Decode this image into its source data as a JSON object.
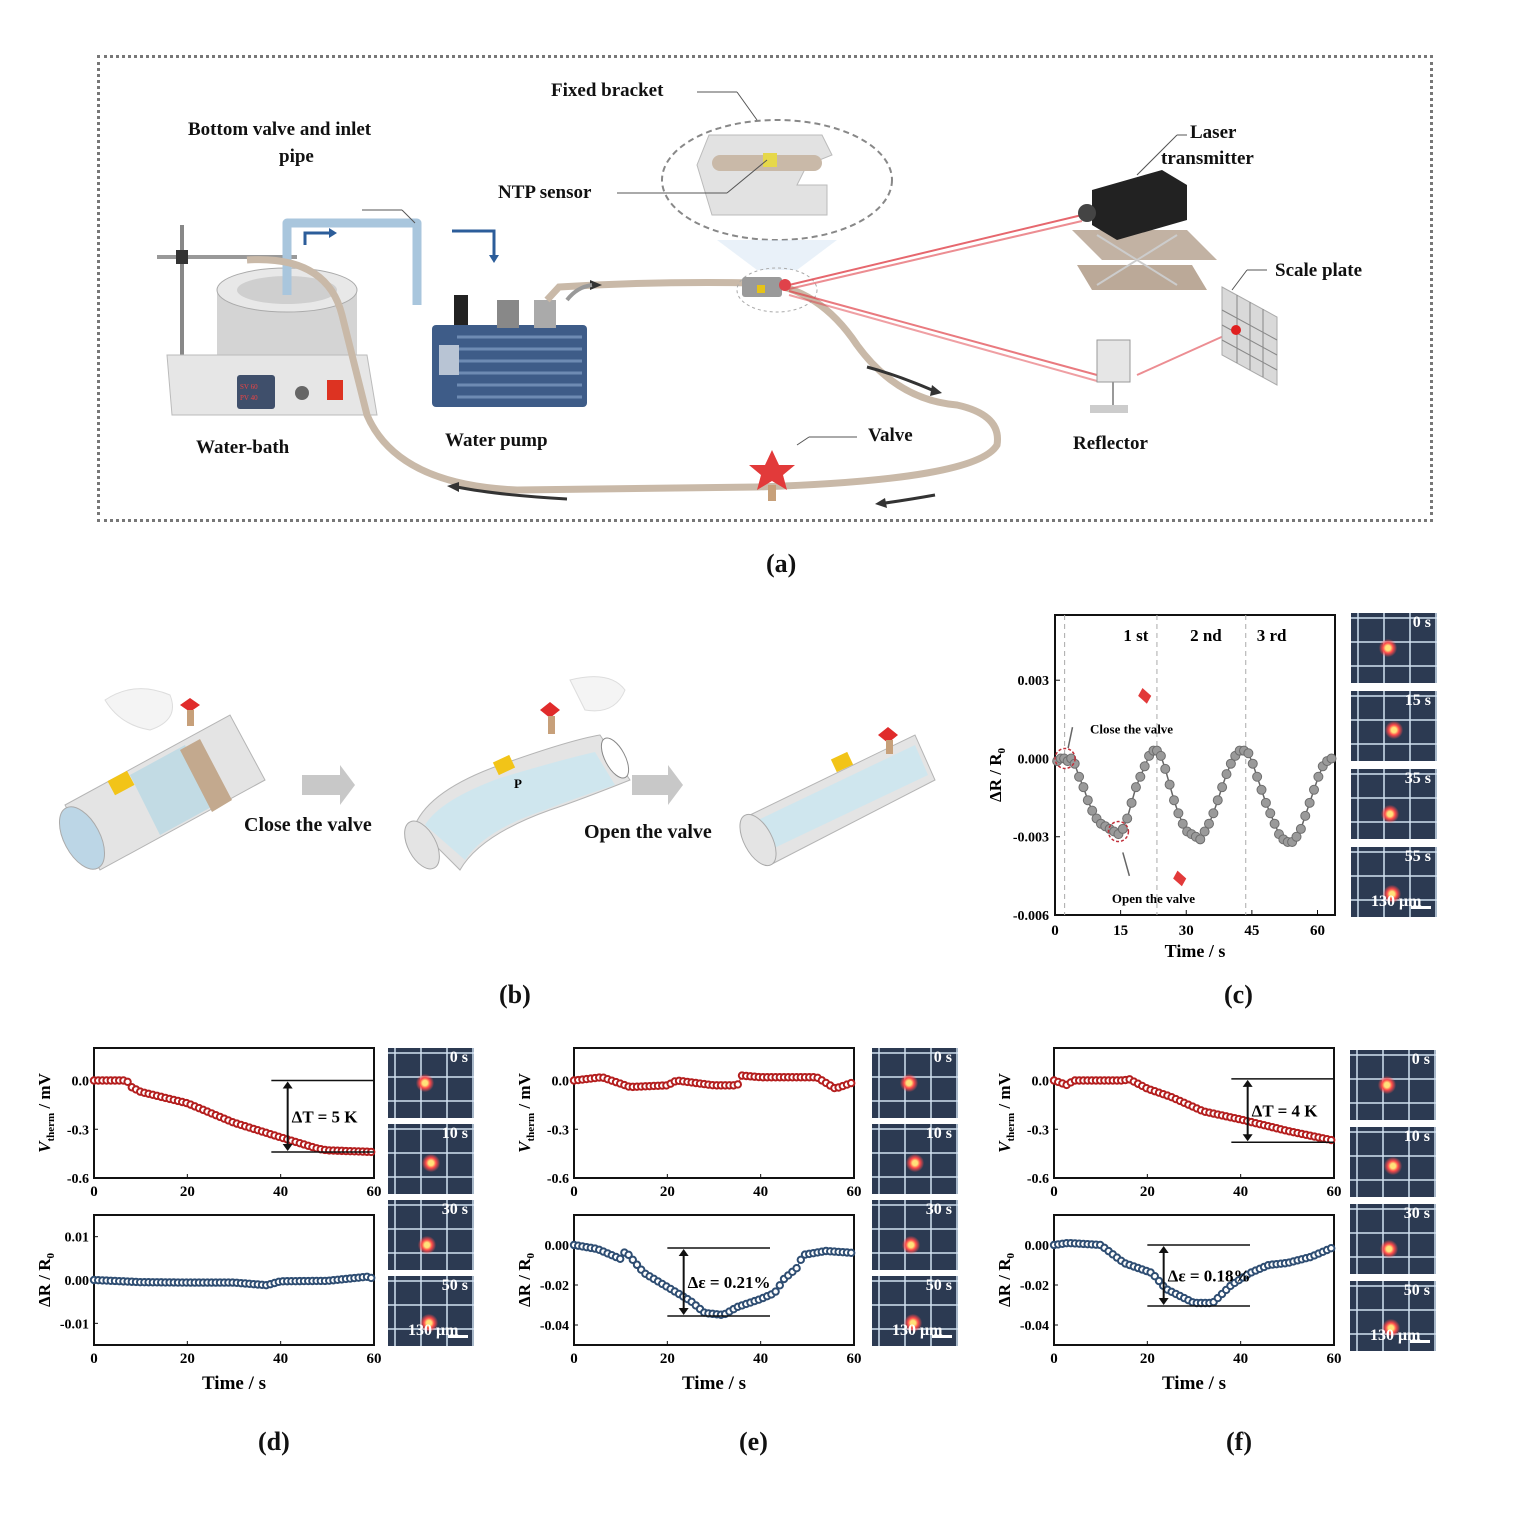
{
  "panel_labels": {
    "a": "(a)",
    "b": "(b)",
    "c": "(c)",
    "d": "(d)",
    "e": "(e)",
    "f": "(f)"
  },
  "panel_a": {
    "labels": {
      "fixed_bracket": "Fixed bracket",
      "bottom_valve_line1": "Bottom valve and inlet",
      "bottom_valve_line2": "pipe",
      "ntp_sensor": "NTP sensor",
      "laser_line1": "Laser",
      "laser_line2": "transmitter",
      "scale_plate": "Scale plate",
      "water_bath": "Water-bath",
      "water_pump": "Water pump",
      "valve": "Valve",
      "reflector": "Reflector"
    },
    "display": {
      "sv": "SV 60",
      "pv": "PV 40"
    },
    "colors": {
      "tube": "#c9b9a8",
      "inlet_pipe": "#9fbfd9",
      "laser": "#e0424a",
      "valve": "#e23a3a",
      "pump": "#3d5b86"
    }
  },
  "panel_b": {
    "steps": [
      "Close the valve",
      "Open the valve"
    ],
    "pressure_label": "P",
    "colors": {
      "sensor": "#f2c418",
      "water": "#cfe6ee",
      "valve": "#e02b2b"
    }
  },
  "microscope_images": {
    "c": {
      "times": [
        "0 s",
        "15 s",
        "35 s",
        "55 s"
      ],
      "scale_bar": "130 μm"
    },
    "d": {
      "times": [
        "0 s",
        "10 s",
        "30 s",
        "50 s"
      ],
      "scale_bar": "130 μm"
    },
    "e": {
      "times": [
        "0 s",
        "10 s",
        "30 s",
        "50 s"
      ],
      "scale_bar": "130 μm"
    },
    "f": {
      "times": [
        "0 s",
        "10 s",
        "30 s",
        "50 s"
      ],
      "scale_bar": "130 μm"
    }
  },
  "chart_data": [
    {
      "id": "c",
      "type": "line",
      "xlabel": "Time / s",
      "ylabel": "ΔR / R0",
      "xlim": [
        0,
        64
      ],
      "ylim": [
        -0.006,
        0.0055
      ],
      "xticks": [
        0,
        15,
        30,
        45,
        60
      ],
      "yticks": [
        -0.006,
        -0.003,
        0.0,
        0.003
      ],
      "ytick_labels": [
        "-0.006",
        "-0.003",
        "0.000",
        "0.003"
      ],
      "cycle_labels": [
        "1 st",
        "2 nd",
        "3 rd"
      ],
      "cycle_boundaries": [
        2.2,
        23.3,
        43.6
      ],
      "annotations": [
        "Close the valve",
        "Open the valve"
      ],
      "color": "#8a8a8a",
      "series": [
        {
          "name": "ΔR/R0",
          "x": [
            0.5,
            1.3,
            2.1,
            2.9,
            3.7,
            4.5,
            5.5,
            6.5,
            7.5,
            8.5,
            9.5,
            10.5,
            11.5,
            12.5,
            13.5,
            14.5,
            15.5,
            16.5,
            17.5,
            18.5,
            19.5,
            20.5,
            21.5,
            22.5,
            23.3,
            24.2,
            25.2,
            26.2,
            27.2,
            28.2,
            29.2,
            30.2,
            31.2,
            32.2,
            33.2,
            34.2,
            35.2,
            36.2,
            37.2,
            38.2,
            39.2,
            40.2,
            41.2,
            42.2,
            43.2,
            44.2,
            45.2,
            46.2,
            47.2,
            48.2,
            49.2,
            50.2,
            51.2,
            52.2,
            53.2,
            54.2,
            55.2,
            56.2,
            57.2,
            58.2,
            59.2,
            60.2,
            61.2,
            62.2,
            63.2
          ],
          "y": [
            -0.0001,
            0.0,
            0.0,
            -0.0001,
            0.0,
            -0.0002,
            -0.0007,
            -0.0011,
            -0.0016,
            -0.002,
            -0.0023,
            -0.0025,
            -0.0026,
            -0.0027,
            -0.0028,
            -0.0029,
            -0.0027,
            -0.0023,
            -0.0017,
            -0.0011,
            -0.0007,
            -0.0003,
            0.0001,
            0.0003,
            0.0003,
            0.0001,
            -0.0004,
            -0.001,
            -0.0016,
            -0.0021,
            -0.0025,
            -0.0028,
            -0.0029,
            -0.003,
            -0.0031,
            -0.0028,
            -0.0025,
            -0.0021,
            -0.0016,
            -0.0011,
            -0.0006,
            -0.0002,
            0.0001,
            0.0003,
            0.0003,
            0.0002,
            -0.0002,
            -0.0007,
            -0.0012,
            -0.0017,
            -0.0021,
            -0.0025,
            -0.0029,
            -0.0031,
            -0.0032,
            -0.0032,
            -0.003,
            -0.0027,
            -0.0022,
            -0.0017,
            -0.0012,
            -0.0007,
            -0.0003,
            -0.0001,
            0.0
          ]
        }
      ]
    },
    {
      "id": "d",
      "type": "scatter",
      "subplots": [
        {
          "ylabel": "V_therm / mV",
          "ylim": [
            -0.6,
            0.2
          ],
          "yticks": [
            0.0,
            -0.3,
            -0.6
          ],
          "ytick_labels": [
            "0.0",
            "-0.3",
            "-0.6"
          ],
          "xlim": [
            0,
            60
          ],
          "xticks": [
            0,
            20,
            40,
            60
          ],
          "annotation": "ΔT = 5 K",
          "bracket": [
            0.0,
            -0.44
          ],
          "color": "#b41e1e",
          "series": [
            {
              "name": "V_therm",
              "keypoints_x": [
                0,
                7,
                8,
                10,
                20,
                30,
                40,
                48,
                50,
                60
              ],
              "keypoints_y": [
                0,
                0,
                -0.04,
                -0.07,
                -0.14,
                -0.26,
                -0.35,
                -0.42,
                -0.43,
                -0.44
              ]
            }
          ]
        },
        {
          "ylabel": "ΔR / R0",
          "ylim": [
            -0.015,
            0.015
          ],
          "yticks": [
            0.01,
            0.0,
            -0.01
          ],
          "ytick_labels": [
            "0.01",
            "0.00",
            "-0.01"
          ],
          "xlim": [
            0,
            60
          ],
          "xticks": [
            0,
            20,
            40,
            60
          ],
          "xlabel": "Time / s",
          "color": "#2e4d72",
          "series": [
            {
              "name": "ΔR/R0",
              "keypoints_x": [
                0,
                10,
                20,
                30,
                37,
                40,
                50,
                59,
                60
              ],
              "keypoints_y": [
                0,
                -0.0005,
                -0.0006,
                -0.0006,
                -0.0012,
                -0.0003,
                -0.0002,
                0.0008,
                0.0
              ]
            }
          ]
        }
      ]
    },
    {
      "id": "e",
      "type": "scatter",
      "subplots": [
        {
          "ylabel": "V_therm / mV",
          "ylim": [
            -0.6,
            0.2
          ],
          "yticks": [
            0.0,
            -0.3,
            -0.6
          ],
          "ytick_labels": [
            "0.0",
            "-0.3",
            "-0.6"
          ],
          "xlim": [
            0,
            60
          ],
          "xticks": [
            0,
            20,
            40,
            60
          ],
          "color": "#b41e1e",
          "series": [
            {
              "name": "V_therm",
              "keypoints_x": [
                0,
                6,
                12,
                20,
                22,
                30,
                35,
                36,
                40,
                52,
                56,
                60
              ],
              "keypoints_y": [
                0,
                0.02,
                -0.04,
                -0.03,
                0.0,
                -0.03,
                -0.03,
                0.03,
                0.02,
                0.02,
                -0.05,
                -0.01
              ]
            }
          ]
        },
        {
          "ylabel": "ΔR / R0",
          "ylim": [
            -0.05,
            0.015
          ],
          "yticks": [
            0.0,
            -0.02,
            -0.04
          ],
          "ytick_labels": [
            "0.00",
            "-0.02",
            "-0.04"
          ],
          "xlim": [
            0,
            60
          ],
          "xticks": [
            0,
            20,
            40,
            60
          ],
          "xlabel": "Time / s",
          "annotation": "Δε = 0.21%",
          "bracket": [
            -0.0015,
            -0.0355
          ],
          "color": "#2e4d72",
          "series": [
            {
              "name": "ΔR/R0",
              "keypoints_x": [
                0,
                5,
                10,
                11,
                15,
                20,
                25,
                28,
                32,
                35,
                40,
                43,
                45,
                48,
                49,
                54,
                60
              ],
              "keypoints_y": [
                0,
                -0.002,
                -0.007,
                -0.003,
                -0.014,
                -0.021,
                -0.028,
                -0.034,
                -0.035,
                -0.031,
                -0.027,
                -0.024,
                -0.017,
                -0.011,
                -0.005,
                -0.003,
                -0.004
              ]
            }
          ]
        }
      ]
    },
    {
      "id": "f",
      "type": "scatter",
      "subplots": [
        {
          "ylabel": "V_therm / mV",
          "ylim": [
            -0.6,
            0.2
          ],
          "yticks": [
            0.0,
            -0.3,
            -0.6
          ],
          "ytick_labels": [
            "0.0",
            "-0.3",
            "-0.6"
          ],
          "xlim": [
            0,
            60
          ],
          "xticks": [
            0,
            20,
            40,
            60
          ],
          "annotation": "ΔT = 4 K",
          "bracket": [
            0.01,
            -0.38
          ],
          "color": "#b41e1e",
          "series": [
            {
              "name": "V_therm",
              "keypoints_x": [
                0,
                3,
                4,
                15,
                16,
                20,
                25,
                32,
                40,
                50,
                60
              ],
              "keypoints_y": [
                0,
                -0.03,
                0,
                0,
                0.01,
                -0.05,
                -0.1,
                -0.19,
                -0.24,
                -0.31,
                -0.37
              ]
            }
          ]
        },
        {
          "ylabel": "ΔR / R0",
          "ylim": [
            -0.05,
            0.015
          ],
          "yticks": [
            0.0,
            -0.02,
            -0.04
          ],
          "ytick_labels": [
            "0.00",
            "-0.02",
            "-0.04"
          ],
          "xlim": [
            0,
            60
          ],
          "xticks": [
            0,
            20,
            40,
            60
          ],
          "xlabel": "Time / s",
          "annotation": "Δε = 0.18%",
          "bracket": [
            0.0,
            -0.0305
          ],
          "color": "#2e4d72",
          "series": [
            {
              "name": "ΔR/R0",
              "keypoints_x": [
                0,
                3,
                10,
                15,
                21,
                24,
                30,
                34,
                38,
                42,
                46,
                50,
                55,
                60
              ],
              "keypoints_y": [
                0,
                0.001,
                0,
                -0.009,
                -0.014,
                -0.022,
                -0.029,
                -0.029,
                -0.02,
                -0.014,
                -0.01,
                -0.009,
                -0.006,
                -0.001
              ]
            }
          ]
        }
      ]
    }
  ]
}
